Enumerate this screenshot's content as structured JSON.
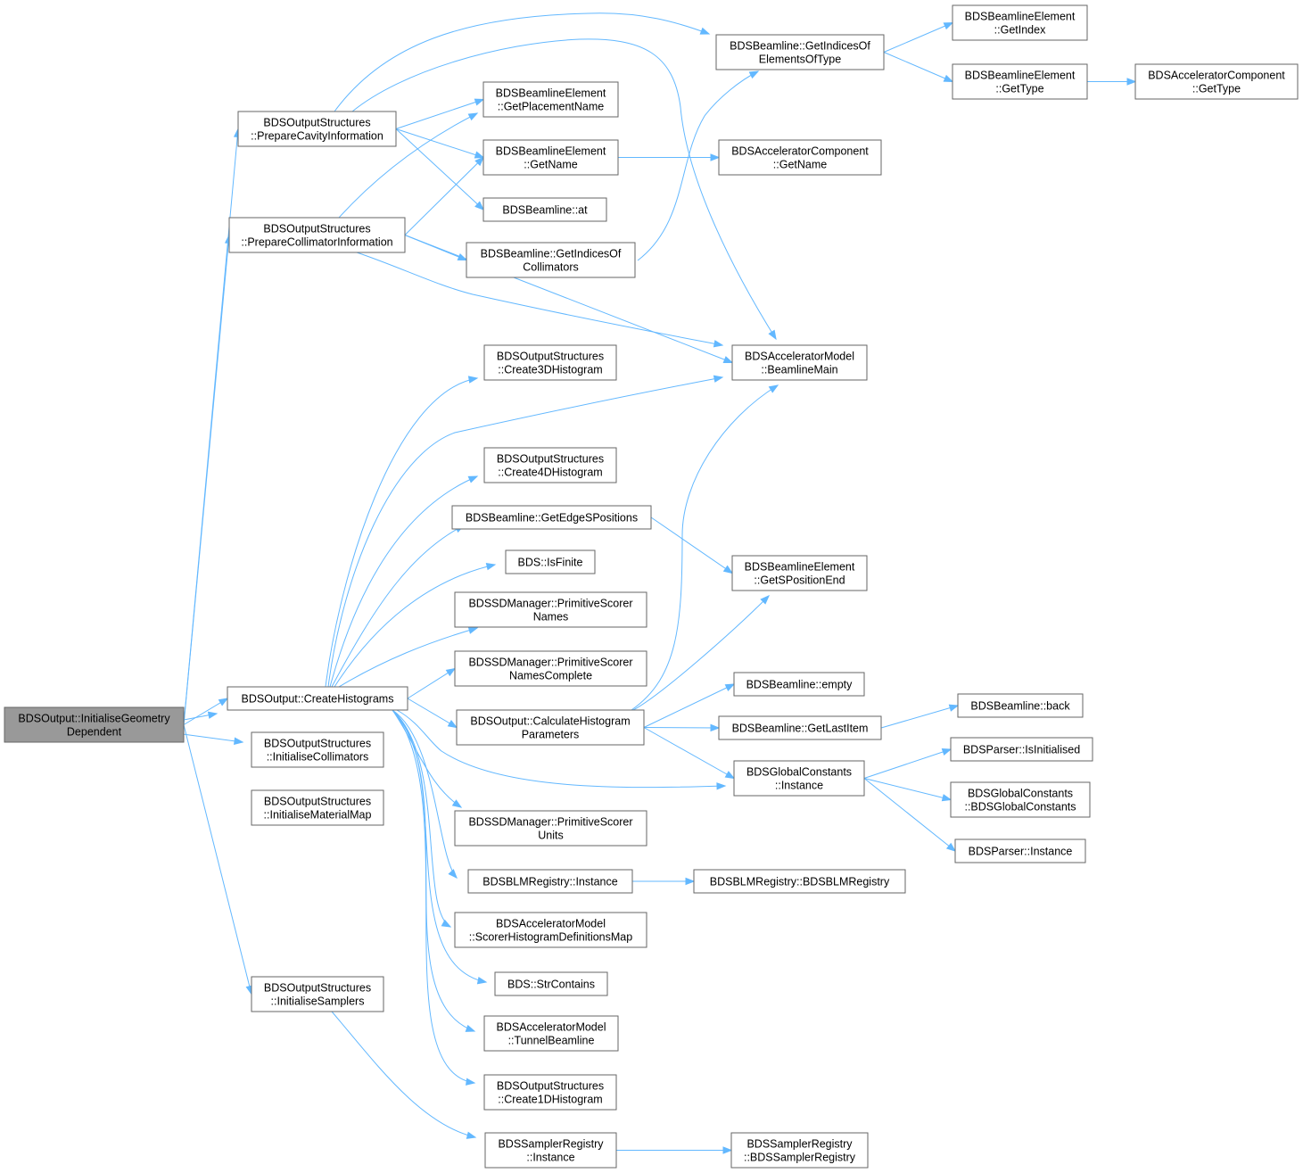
{
  "nodes": [
    {
      "id": "initGeom",
      "lines": [
        "BDSOutput::InitialiseGeometry",
        "Dependent"
      ],
      "root": true,
      "interactable": false
    },
    {
      "id": "prepCavity",
      "lines": [
        "BDSOutputStructures",
        "::PrepareCavityInformation"
      ],
      "interactable": true
    },
    {
      "id": "prepColl",
      "lines": [
        "BDSOutputStructures",
        "::PrepareCollimatorInformation"
      ],
      "interactable": true
    },
    {
      "id": "createHist",
      "lines": [
        "BDSOutput::CreateHistograms"
      ],
      "interactable": true
    },
    {
      "id": "initColl",
      "lines": [
        "BDSOutputStructures",
        "::InitialiseCollimators"
      ],
      "interactable": true
    },
    {
      "id": "initMat",
      "lines": [
        "BDSOutputStructures",
        "::InitialiseMaterialMap"
      ],
      "interactable": true
    },
    {
      "id": "initSamp",
      "lines": [
        "BDSOutputStructures",
        "::InitialiseSamplers"
      ],
      "interactable": true
    },
    {
      "id": "getPlacementName",
      "lines": [
        "BDSBeamlineElement",
        "::GetPlacementName"
      ],
      "interactable": true
    },
    {
      "id": "getName",
      "lines": [
        "BDSBeamlineElement",
        "::GetName"
      ],
      "interactable": true
    },
    {
      "id": "beamlineAt",
      "lines": [
        "BDSBeamline::at"
      ],
      "interactable": true
    },
    {
      "id": "getIdxColl",
      "lines": [
        "BDSBeamline::GetIndicesOf",
        "Collimators"
      ],
      "interactable": true
    },
    {
      "id": "create3D",
      "lines": [
        "BDSOutputStructures",
        "::Create3DHistogram"
      ],
      "interactable": true
    },
    {
      "id": "create4D",
      "lines": [
        "BDSOutputStructures",
        "::Create4DHistogram"
      ],
      "interactable": true
    },
    {
      "id": "getEdgeS",
      "lines": [
        "BDSBeamline::GetEdgeSPositions"
      ],
      "interactable": true
    },
    {
      "id": "isFinite",
      "lines": [
        "BDS::IsFinite"
      ],
      "interactable": true
    },
    {
      "id": "primNames",
      "lines": [
        "BDSSDManager::PrimitiveScorer",
        "Names"
      ],
      "interactable": true
    },
    {
      "id": "primNamesComplete",
      "lines": [
        "BDSSDManager::PrimitiveScorer",
        "NamesComplete"
      ],
      "interactable": true
    },
    {
      "id": "calcHist",
      "lines": [
        "BDSOutput::CalculateHistogram",
        "Parameters"
      ],
      "interactable": true
    },
    {
      "id": "primUnits",
      "lines": [
        "BDSSDManager::PrimitiveScorer",
        "Units"
      ],
      "interactable": true
    },
    {
      "id": "blmInstance",
      "lines": [
        "BDSBLMRegistry::Instance"
      ],
      "interactable": true
    },
    {
      "id": "scorerHistMap",
      "lines": [
        "BDSAcceleratorModel",
        "::ScorerHistogramDefinitionsMap"
      ],
      "interactable": true
    },
    {
      "id": "strContains",
      "lines": [
        "BDS::StrContains"
      ],
      "interactable": true
    },
    {
      "id": "tunnelBeamline",
      "lines": [
        "BDSAcceleratorModel",
        "::TunnelBeamline"
      ],
      "interactable": true
    },
    {
      "id": "create1D",
      "lines": [
        "BDSOutputStructures",
        "::Create1DHistogram"
      ],
      "interactable": true
    },
    {
      "id": "samplerInstance",
      "lines": [
        "BDSSamplerRegistry",
        "::Instance"
      ],
      "interactable": true
    },
    {
      "id": "getIdxType",
      "lines": [
        "BDSBeamline::GetIndicesOf",
        "ElementsOfType"
      ],
      "interactable": true
    },
    {
      "id": "accCompGetName",
      "lines": [
        "BDSAcceleratorComponent",
        "::GetName"
      ],
      "interactable": true
    },
    {
      "id": "beamlineMain",
      "lines": [
        "BDSAcceleratorModel",
        "::BeamlineMain"
      ],
      "interactable": true
    },
    {
      "id": "getSPosEnd",
      "lines": [
        "BDSBeamlineElement",
        "::GetSPositionEnd"
      ],
      "interactable": true
    },
    {
      "id": "beamlineEmpty",
      "lines": [
        "BDSBeamline::empty"
      ],
      "interactable": true
    },
    {
      "id": "getLastItem",
      "lines": [
        "BDSBeamline::GetLastItem"
      ],
      "interactable": true
    },
    {
      "id": "gcInstance",
      "lines": [
        "BDSGlobalConstants",
        "::Instance"
      ],
      "interactable": true
    },
    {
      "id": "blmCtor",
      "lines": [
        "BDSBLMRegistry::BDSBLMRegistry"
      ],
      "interactable": true
    },
    {
      "id": "samplerCtor",
      "lines": [
        "BDSSamplerRegistry",
        "::BDSSamplerRegistry"
      ],
      "interactable": true
    },
    {
      "id": "getIndex",
      "lines": [
        "BDSBeamlineElement",
        "::GetIndex"
      ],
      "interactable": true
    },
    {
      "id": "getType",
      "lines": [
        "BDSBeamlineElement",
        "::GetType"
      ],
      "interactable": true
    },
    {
      "id": "accCompGetType",
      "lines": [
        "BDSAcceleratorComponent",
        "::GetType"
      ],
      "interactable": true
    },
    {
      "id": "beamlineBack",
      "lines": [
        "BDSBeamline::back"
      ],
      "interactable": true
    },
    {
      "id": "parserIsInit",
      "lines": [
        "BDSParser::IsInitialised"
      ],
      "interactable": true
    },
    {
      "id": "gcCtor",
      "lines": [
        "BDSGlobalConstants",
        "::BDSGlobalConstants"
      ],
      "interactable": true
    },
    {
      "id": "parserInstance",
      "lines": [
        "BDSParser::Instance"
      ],
      "interactable": true
    }
  ],
  "edges": [
    [
      "initGeom",
      "prepCavity"
    ],
    [
      "initGeom",
      "prepColl"
    ],
    [
      "initGeom",
      "createHist"
    ],
    [
      "initGeom",
      "initColl"
    ],
    [
      "initGeom",
      "initMat"
    ],
    [
      "initGeom",
      "initSamp"
    ],
    [
      "prepCavity",
      "getPlacementName"
    ],
    [
      "prepCavity",
      "getName"
    ],
    [
      "prepCavity",
      "beamlineAt"
    ],
    [
      "prepCavity",
      "getIdxType"
    ],
    [
      "prepCavity",
      "beamlineMain"
    ],
    [
      "prepColl",
      "getPlacementName"
    ],
    [
      "prepColl",
      "getName"
    ],
    [
      "prepColl",
      "beamlineAt"
    ],
    [
      "prepColl",
      "getIdxColl"
    ],
    [
      "prepColl",
      "beamlineMain"
    ],
    [
      "getIdxColl",
      "getIdxType"
    ],
    [
      "getIdxType",
      "getIndex"
    ],
    [
      "getIdxType",
      "getType"
    ],
    [
      "getType",
      "accCompGetType"
    ],
    [
      "getName",
      "accCompGetName"
    ],
    [
      "createHist",
      "create3D"
    ],
    [
      "createHist",
      "beamlineMain"
    ],
    [
      "createHist",
      "create4D"
    ],
    [
      "createHist",
      "getEdgeS"
    ],
    [
      "createHist",
      "isFinite"
    ],
    [
      "createHist",
      "primNames"
    ],
    [
      "createHist",
      "primNamesComplete"
    ],
    [
      "createHist",
      "calcHist"
    ],
    [
      "createHist",
      "gcInstance"
    ],
    [
      "createHist",
      "primUnits"
    ],
    [
      "createHist",
      "blmInstance"
    ],
    [
      "createHist",
      "scorerHistMap"
    ],
    [
      "createHist",
      "strContains"
    ],
    [
      "createHist",
      "tunnelBeamline"
    ],
    [
      "createHist",
      "create1D"
    ],
    [
      "getEdgeS",
      "getSPosEnd"
    ],
    [
      "calcHist",
      "beamlineMain"
    ],
    [
      "calcHist",
      "getSPosEnd"
    ],
    [
      "calcHist",
      "beamlineEmpty"
    ],
    [
      "calcHist",
      "getLastItem"
    ],
    [
      "calcHist",
      "gcInstance"
    ],
    [
      "getLastItem",
      "beamlineBack"
    ],
    [
      "gcInstance",
      "parserIsInit"
    ],
    [
      "gcInstance",
      "gcCtor"
    ],
    [
      "gcInstance",
      "parserInstance"
    ],
    [
      "blmInstance",
      "blmCtor"
    ],
    [
      "initSamp",
      "samplerInstance"
    ],
    [
      "samplerInstance",
      "samplerCtor"
    ]
  ],
  "colors": {
    "edge": "#63b8ff",
    "root_fill": "#999999",
    "node_border": "#666666"
  }
}
